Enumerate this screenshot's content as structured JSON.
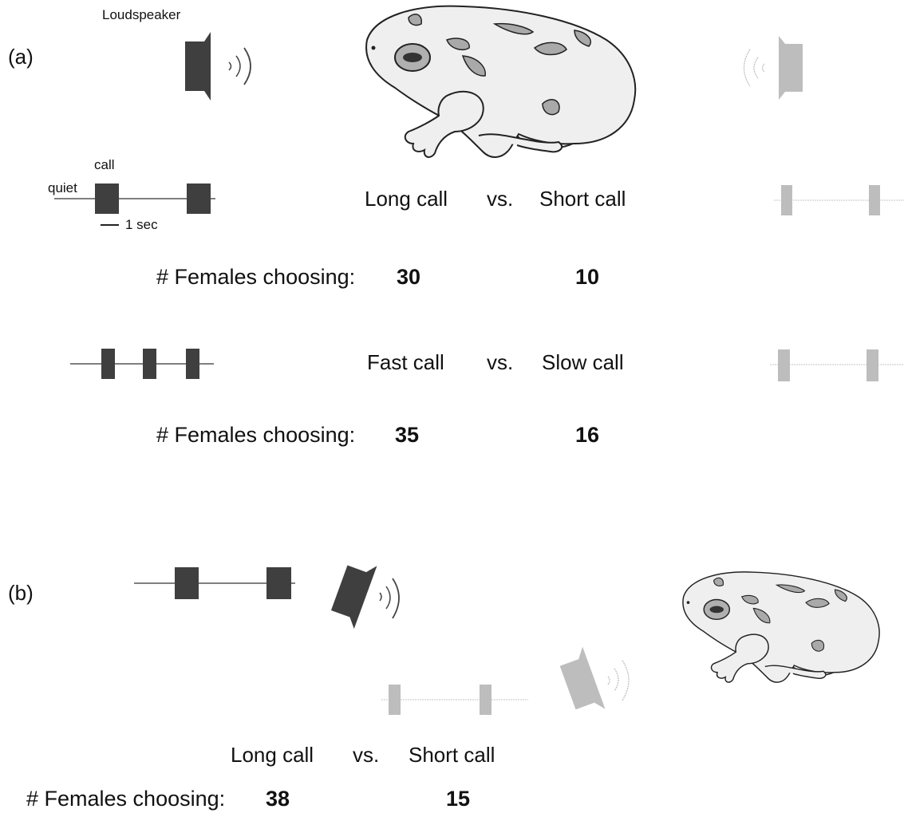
{
  "panel_a": {
    "label": "(a)",
    "loudspeaker_label": "Loudspeaker",
    "call_label": "call",
    "quiet_label": "quiet",
    "scale_label": "1 sec",
    "trial1": {
      "option_left": "Long call",
      "vs": "vs.",
      "option_right": "Short call",
      "choosing_label": "# Females choosing:",
      "count_left": "30",
      "count_right": "10"
    },
    "trial2": {
      "option_left": "Fast call",
      "vs": "vs.",
      "option_right": "Slow call",
      "choosing_label": "# Females choosing:",
      "count_left": "35",
      "count_right": "16"
    }
  },
  "panel_b": {
    "label": "(b)",
    "trial": {
      "option_left": "Long call",
      "vs": "vs.",
      "option_right": "Short call",
      "choosing_label": "# Females choosing:",
      "count_left": "38",
      "count_right": "15"
    }
  },
  "colors": {
    "dark_call": "#3f3f3f",
    "light_call": "#b9b9b9",
    "frog_fill": "#eeeeee",
    "frog_spot": "#a9a9a9"
  }
}
